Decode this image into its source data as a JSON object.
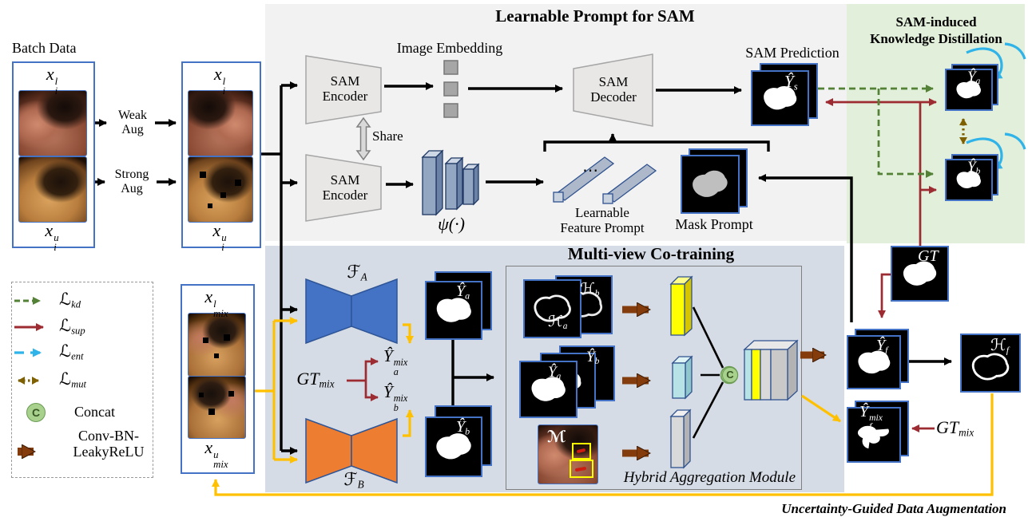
{
  "batch": {
    "label": "Batch Data",
    "x_l": {
      "base": "x",
      "sup": "l",
      "sub": "i"
    },
    "x_u": {
      "base": "x",
      "sup": "u",
      "sub": "i"
    },
    "weak": "Weak Aug",
    "strong": "Strong Aug"
  },
  "mix": {
    "x_l": {
      "base": "x",
      "sup": "l",
      "sub": "mix"
    },
    "x_u": {
      "base": "x",
      "sup": "u",
      "sub": "mix"
    }
  },
  "sam": {
    "title": "Learnable Prompt for SAM",
    "encoder": "SAM Encoder",
    "decoder": "SAM Decoder",
    "embedding": "Image Embedding",
    "share": "Share",
    "psi": "ψ(·)",
    "dots": "⋯",
    "lfp1": "Learnable",
    "lfp2": "Feature Prompt",
    "mask_prompt": "Mask Prompt",
    "prediction": "SAM Prediction",
    "y_s": {
      "base": "Ŷ",
      "sub": "s"
    }
  },
  "kd": {
    "title1": "SAM-induced",
    "title2": "Knowledge Distillation",
    "y_a": {
      "base": "Ŷ",
      "sub": "a"
    },
    "y_b": {
      "base": "Ŷ",
      "sub": "b"
    }
  },
  "fusion": {
    "gt": "GT",
    "y_f": {
      "base": "Ŷ",
      "sub": "f"
    },
    "h_f": {
      "base": "ℋ",
      "sub": "f"
    },
    "y_f_mix": {
      "base": "Ŷ",
      "sup": "mix",
      "sub": "f"
    },
    "gt_mix": {
      "base": "GT",
      "sub": "mix"
    }
  },
  "cotrain": {
    "title": "Multi-view Co-training",
    "f_a": {
      "base": "ℱ",
      "sub": "A"
    },
    "f_b": {
      "base": "ℱ",
      "sub": "B"
    },
    "gt_mix": {
      "base": "GT",
      "sub": "mix"
    },
    "y_a_mix": {
      "base": "Ŷ",
      "sup": "mix",
      "sub": "a"
    },
    "y_b_mix": {
      "base": "Ŷ",
      "sup": "mix",
      "sub": "b"
    },
    "y_a": {
      "base": "Ŷ",
      "sub": "a"
    },
    "y_b": {
      "base": "Ŷ",
      "sub": "b"
    }
  },
  "ham": {
    "label": "Hybrid Aggregation Module",
    "h_a": {
      "base": "ℋ",
      "sub": "a"
    },
    "h_b": {
      "base": "ℋ",
      "sub": "b"
    },
    "y_a": {
      "base": "Ŷ",
      "sub": "a"
    },
    "y_b": {
      "base": "Ŷ",
      "sub": "b"
    },
    "m": "ℳ",
    "concat": "C"
  },
  "legend": {
    "l_kd": {
      "base": "ℒ",
      "sub": "kd"
    },
    "l_sup": {
      "base": "ℒ",
      "sub": "sup"
    },
    "l_ent": {
      "base": "ℒ",
      "sub": "ent"
    },
    "l_mut": {
      "base": "ℒ",
      "sub": "mut"
    },
    "concat_symbol": "C",
    "concat_label": "Concat",
    "conv_label": "Conv-BN-LeakyReLU"
  },
  "footer": {
    "uncertainty": "Uncertainty-Guided Data Augmentation"
  },
  "colors": {
    "kd_green": "#538135",
    "sup_red": "#9c2b32",
    "ent_blue": "#2fb3e8",
    "mut_olive": "#7f6000",
    "aug_yellow": "#ffc000",
    "conv_brown": "#843c0c",
    "model_a_blue": "#4472c4",
    "model_b_orange": "#ed7d31"
  }
}
